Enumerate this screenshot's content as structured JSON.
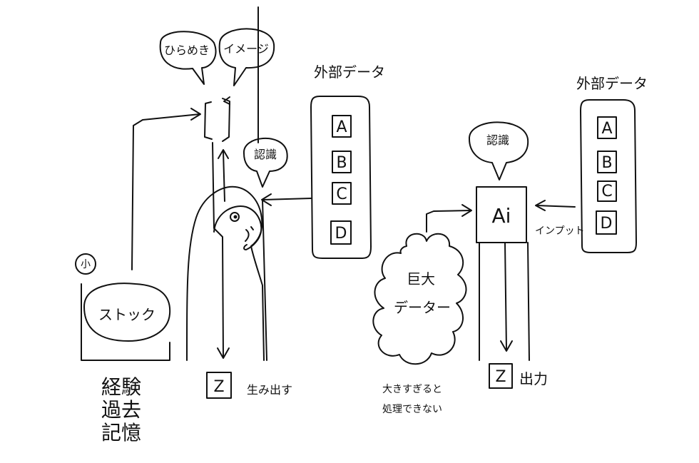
{
  "bubbles": {
    "inspiration": "ひらめき",
    "image": "イメージ",
    "recognition_human": "認識",
    "recognition_ai": "認識"
  },
  "human_side": {
    "external_data_label": "外部データ",
    "external_items": [
      "A",
      "B",
      "C",
      "D"
    ],
    "stock_label": "ストック",
    "small_mark": "小",
    "memory_lines": [
      "経験",
      "過去",
      "記憶"
    ],
    "output_letter": "Z",
    "output_text": "生み出す"
  },
  "ai_side": {
    "external_data_label": "外部データ",
    "external_items": [
      "A",
      "B",
      "C",
      "D"
    ],
    "ai_label": "Ai",
    "input_label": "インプット",
    "cloud_lines": [
      "巨大",
      "データー"
    ],
    "cannot_process_lines": [
      "大きすぎると",
      "処理できない"
    ],
    "output_letter": "Z",
    "output_text": "出力"
  },
  "ink_color": "#111111"
}
